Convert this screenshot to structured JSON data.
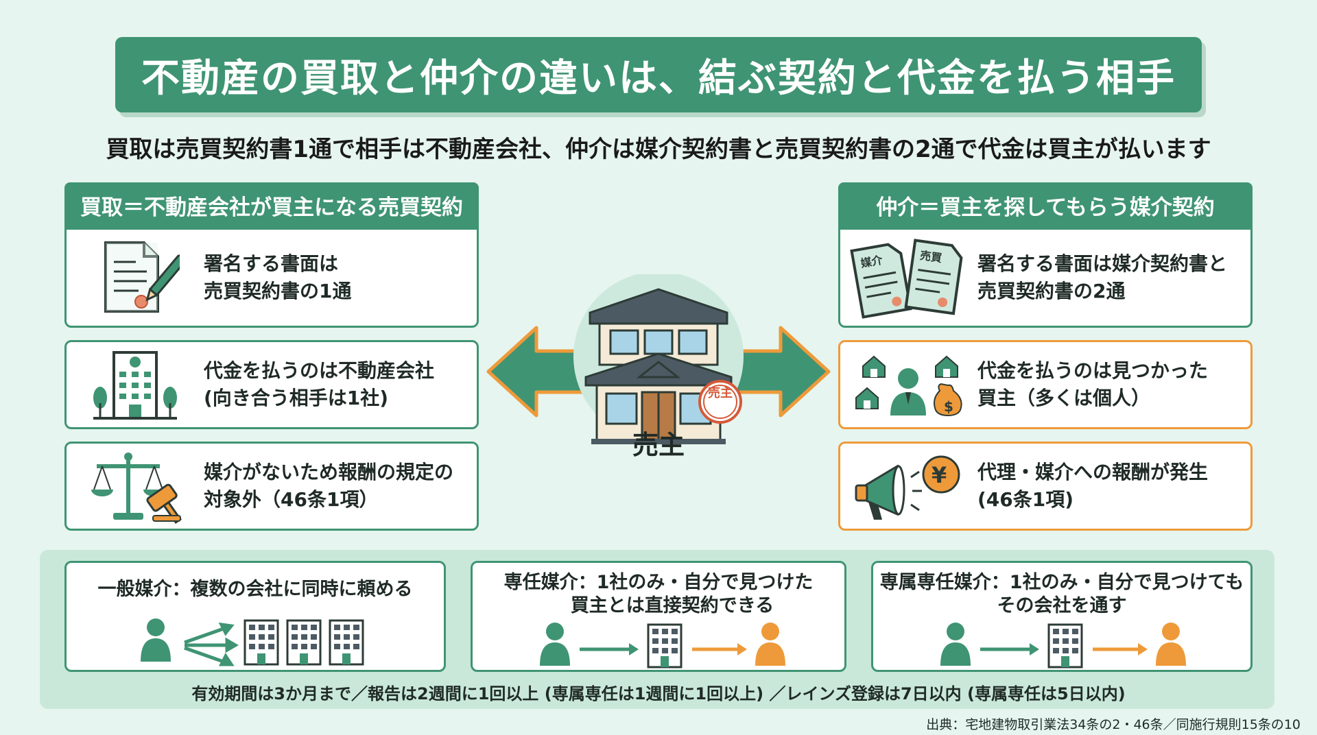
{
  "title": "不動産の買取と仲介の違いは、結ぶ契約と代金を払う相手",
  "subtitle": "買取は売買契約書1通で相手は不動産会社、仲介は媒介契約書と売買契約書の2通で代金は買主が払います",
  "left_panel": {
    "header": "買取＝不動産会社が買主になる売買契約",
    "items": [
      {
        "line1": "署名する書面は",
        "line2": "売買契約書の1通",
        "icon": "contract-pen-icon"
      },
      {
        "line1": "代金を払うのは不動産会社",
        "line2": "(向き合う相手は1社)",
        "icon": "office-building-icon"
      },
      {
        "line1": "媒介がないため報酬の規定の",
        "line2": "対象外（46条1項）",
        "icon": "scales-gavel-icon"
      }
    ]
  },
  "right_panel": {
    "header": "仲介＝買主を探してもらう媒介契約",
    "items": [
      {
        "line1": "署名する書面は媒介契約書と",
        "line2": "売買契約書の2通",
        "icon": "two-contracts-icon"
      },
      {
        "line1": "代金を払うのは見つかった",
        "line2": "買主（多くは個人）",
        "icon": "buyer-houses-icon"
      },
      {
        "line1": "代理・媒介への報酬が発生",
        "line2": "(46条1項)",
        "icon": "megaphone-yen-icon"
      }
    ]
  },
  "center": {
    "label": "売主",
    "stamp_text": "売主",
    "doc_label_1": "媒介",
    "doc_label_2": "売買",
    "yen": "¥",
    "dollar": "$"
  },
  "mediation_types": [
    {
      "line1": "一般媒介：複数の会社に同時に頼める",
      "line2": ""
    },
    {
      "line1": "専任媒介：1社のみ・自分で見つけた",
      "line2": "買主とは直接契約できる"
    },
    {
      "line1": "専属専任媒介：1社のみ・自分で見つけても",
      "line2": "その会社を通す"
    }
  ],
  "note": "有効期間は3か月まで／報告は2週間に1回以上 (専属専任は1週間に1回以上) ／レインズ登録は7日以内 (専属専任は5日以内)",
  "source": "出典：宅地建物取引業法34条の2・46条／同施行規則15条の10",
  "colors": {
    "green": "#3f9473",
    "orange": "#ee9a3a",
    "background": "#e6f5ef",
    "stamp_red": "#d45a3a"
  }
}
